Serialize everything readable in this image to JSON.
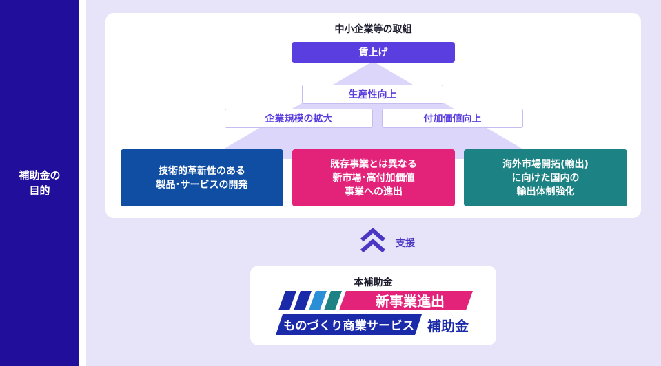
{
  "sidebar": {
    "label": "補助金の\n目的"
  },
  "initiatives": {
    "title": "中小企業等の取組",
    "top": "賃上げ",
    "tier2": "生産性向上",
    "tier3_left": "企業規模の拡大",
    "tier3_right": "付加価値向上",
    "boxes": [
      {
        "text": "技術的革新性のある\n製品･サービスの開発",
        "color": "#0f4ea3"
      },
      {
        "text": "既存事業とは異なる\n新市場･高付加価値\n事業への進出",
        "color": "#e3227a"
      },
      {
        "text": "海外市場開拓(輸出)\nに向けた国内の\n輸出体制強化",
        "color": "#1d8283"
      }
    ]
  },
  "support": {
    "label": "支援",
    "icon": "double-chevron-up-icon"
  },
  "subsidy": {
    "title": "本補助金",
    "logo_line1": "新事業進出",
    "logo_line2": "ものづくり商業サービス",
    "logo_suffix": "補助金"
  },
  "colors": {
    "sidebar": "#210e9a",
    "accent": "#5b3ee0",
    "blue": "#0f4ea3",
    "pink": "#e3227a",
    "teal": "#1d8283",
    "background": "#e7e4f9"
  }
}
